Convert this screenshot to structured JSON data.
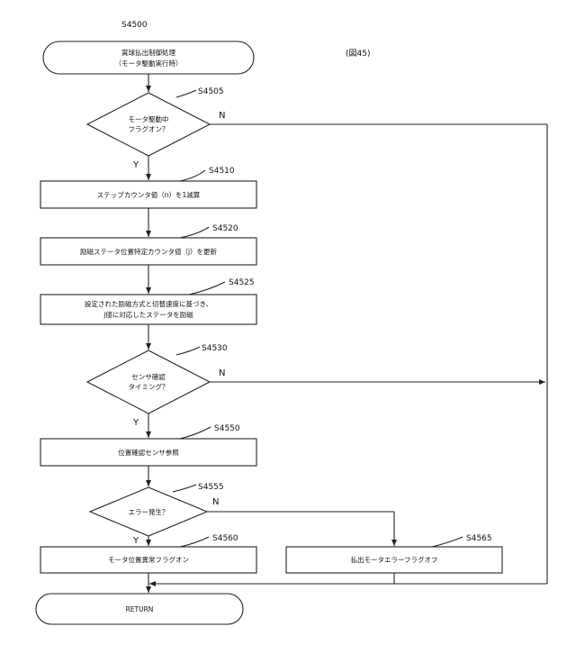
{
  "figure_label": "(図45)",
  "start_id": "S4500",
  "start_text": [
    "賞球払出制御処理",
    "（モータ駆動実行時）"
  ],
  "steps": {
    "s4505": {
      "id": "S4505",
      "text": [
        "モータ駆動中",
        "フラグオン？"
      ],
      "yes": "Y",
      "no": "N"
    },
    "s4510": {
      "id": "S4510",
      "text": [
        "ステップカウンタ値（n）を1減算"
      ]
    },
    "s4520": {
      "id": "S4520",
      "text": [
        "励磁ステータ位置特定カウンタ値（j）を更新"
      ]
    },
    "s4525": {
      "id": "S4525",
      "text": [
        "設定された励磁方式と切替速度に基づき、",
        "j値に対応したステータを励磁"
      ]
    },
    "s4530": {
      "id": "S4530",
      "text": [
        "センサ確認",
        "タイミング？"
      ],
      "yes": "Y",
      "no": "N"
    },
    "s4550": {
      "id": "S4550",
      "text": [
        "位置確認センサ参照"
      ]
    },
    "s4555": {
      "id": "S4555",
      "text": [
        "エラー発生？"
      ],
      "yes": "Y",
      "no": "N"
    },
    "s4560": {
      "id": "S4560",
      "text": [
        "モータ位置異常フラグオン"
      ]
    },
    "s4565": {
      "id": "S4565",
      "text": [
        "払出モータエラーフラグオフ"
      ]
    }
  },
  "end_text": "RETURN"
}
